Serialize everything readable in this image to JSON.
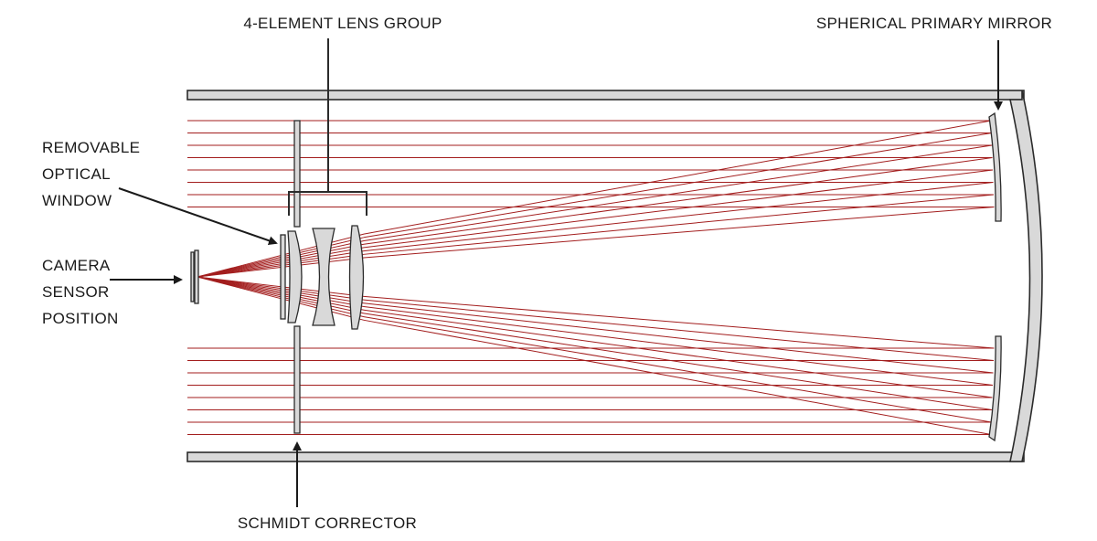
{
  "labels": {
    "lens_group": "4-ELEMENT LENS GROUP",
    "primary_mirror": "SPHERICAL PRIMARY MIRROR",
    "optical_window": [
      "REMOVABLE",
      "OPTICAL",
      "WINDOW"
    ],
    "camera_sensor": [
      "CAMERA",
      "SENSOR",
      "POSITION"
    ],
    "schmidt_corrector": "SCHMIDT CORRECTOR"
  },
  "colors": {
    "ray": "#a31e1e",
    "tube_fill": "#d9d9d9",
    "outline": "#2b2b2b",
    "text": "#1a1a1a"
  }
}
